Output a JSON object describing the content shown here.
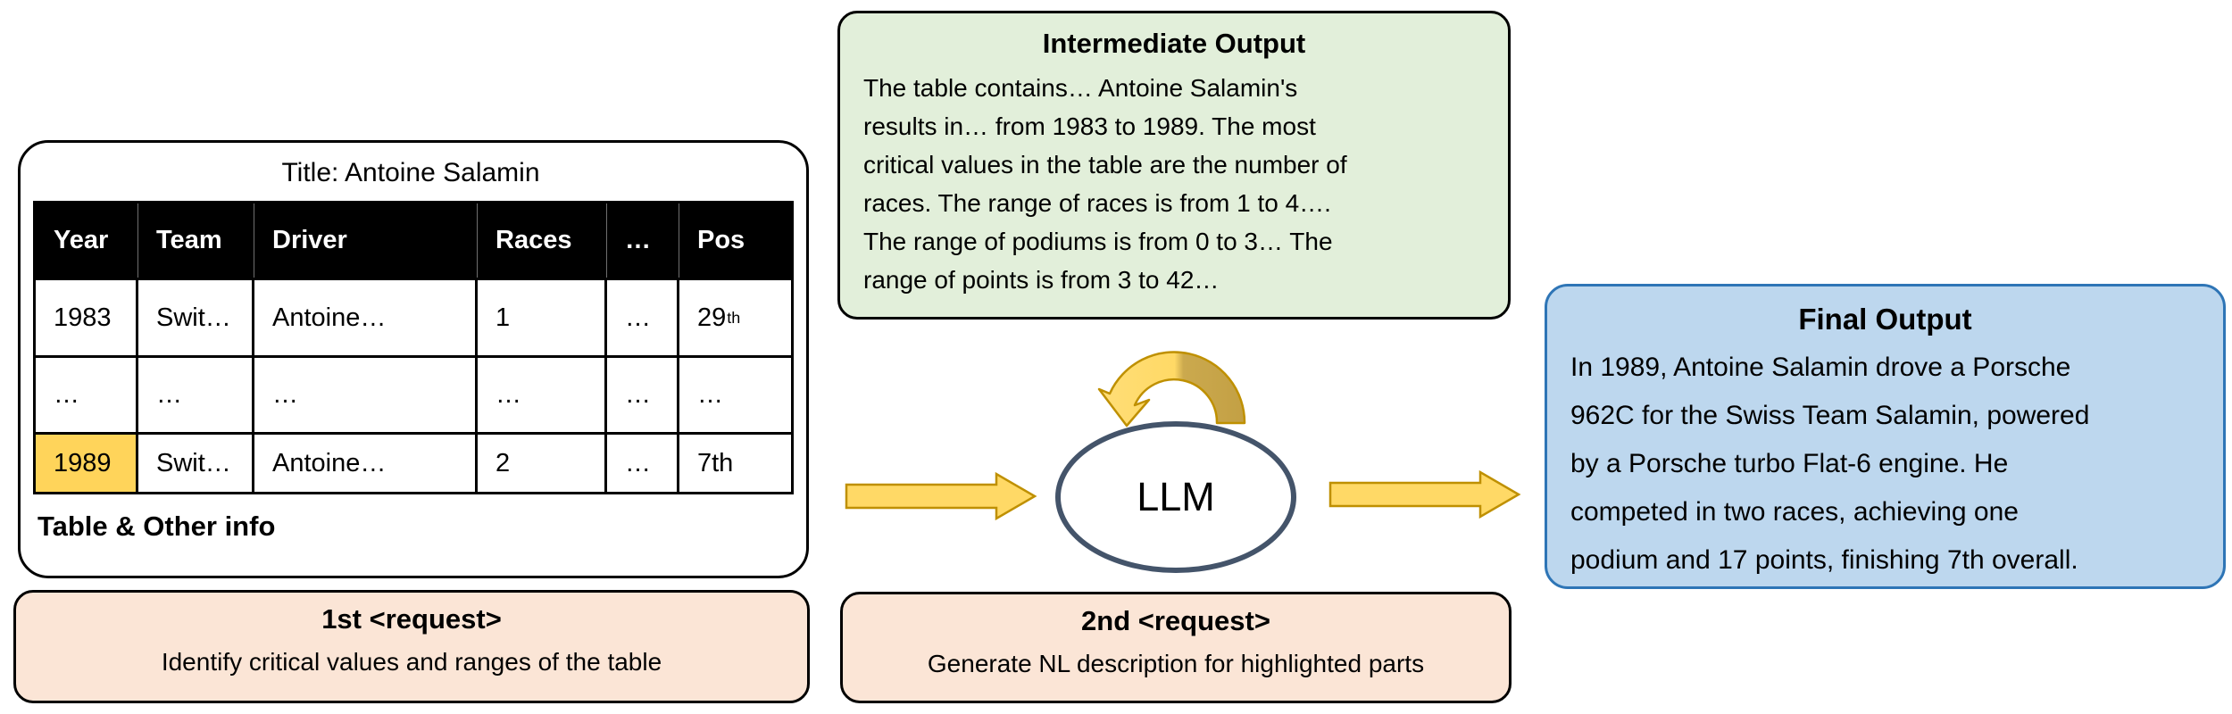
{
  "table_panel": {
    "title": "Title: Antoine Salamin",
    "caption": "Table & Other info",
    "columns": [
      "Year",
      "Team",
      "Driver",
      "Races",
      "…",
      "Pos"
    ],
    "rows": [
      {
        "year": "1983",
        "team": "Swit…",
        "driver": "Antoine…",
        "races": "1",
        "dots": "…",
        "pos": "29",
        "pos_sup": "th",
        "year_highlighted": false
      },
      {
        "year": "…",
        "team": "…",
        "driver": "…",
        "races": "…",
        "dots": "…",
        "pos": "…",
        "pos_sup": "",
        "year_highlighted": false
      },
      {
        "year": "1989",
        "team": "Swit…",
        "driver": "Antoine…",
        "races": "2",
        "dots": "…",
        "pos": "7th",
        "pos_sup": "",
        "year_highlighted": true
      }
    ]
  },
  "requests": {
    "first": {
      "title": "1st <request>",
      "body": "Identify critical values and ranges of the table"
    },
    "second": {
      "title": "2nd <request>",
      "body": "Generate NL description for highlighted parts"
    }
  },
  "intermediate": {
    "title": "Intermediate Output",
    "lines": [
      "The table contains… Antoine Salamin's",
      "results in… from 1983 to 1989. The most",
      "critical values in the table are the number of",
      "races. The range of races is from 1 to 4….",
      "The range of podiums is from 0 to 3… The",
      "range of points is from 3 to 42…"
    ]
  },
  "final": {
    "title": "Final Output",
    "lines": [
      "In 1989, Antoine Salamin drove a Porsche",
      "962C for the Swiss Team Salamin, powered",
      "by a Porsche turbo Flat-6 engine. He",
      "competed in two races, achieving one",
      "podium and 17 points, finishing 7th overall."
    ]
  },
  "llm": {
    "label": "LLM"
  },
  "icons": {
    "flow_arrow_1": "right-block-arrow",
    "flow_arrow_2": "right-block-arrow",
    "loop_arrow": "self-loop-arrow"
  },
  "colors": {
    "arrow_fill": "#FFD966",
    "arrow_stroke": "#BF9000",
    "loop_dark": "#C8A64A",
    "highlight_cell": "#FFD45A",
    "intermediate_bg": "#E2EFDA",
    "request_bg": "#FBE5D6",
    "final_bg": "#BDD7EE",
    "final_border": "#2E75B6",
    "ellipse_border": "#44546A",
    "header_bg": "#000000",
    "header_text": "#FFFFFF"
  }
}
